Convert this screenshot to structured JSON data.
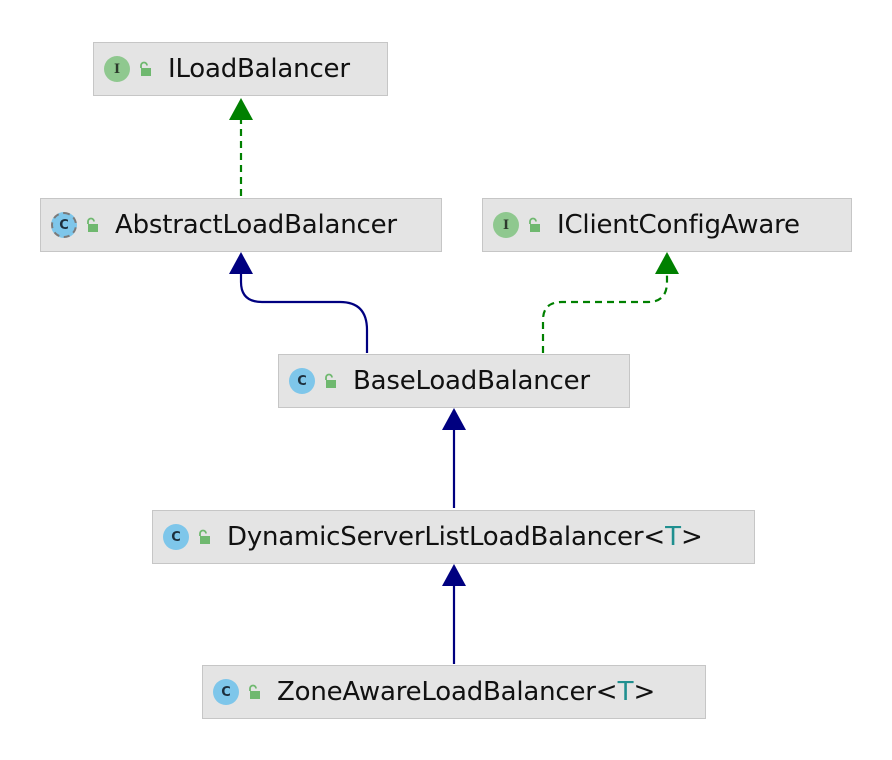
{
  "diagram": {
    "nodes": [
      {
        "id": "iloadbalancer",
        "kind": "interface",
        "kind_letter": "I",
        "name": "ILoadBalancer",
        "type_param": ""
      },
      {
        "id": "abstractloadbalancer",
        "kind": "abstract",
        "kind_letter": "C",
        "name": "AbstractLoadBalancer",
        "type_param": ""
      },
      {
        "id": "iclientconfigaware",
        "kind": "interface",
        "kind_letter": "I",
        "name": "IClientConfigAware",
        "type_param": ""
      },
      {
        "id": "baseloadbalancer",
        "kind": "class",
        "kind_letter": "C",
        "name": "BaseLoadBalancer",
        "type_param": ""
      },
      {
        "id": "dynamicserverlistloadbalancer",
        "kind": "class",
        "kind_letter": "C",
        "name": "DynamicServerListLoadBalancer",
        "type_param": "T"
      },
      {
        "id": "zoneawareloadbalancer",
        "kind": "class",
        "kind_letter": "C",
        "name": "ZoneAwareLoadBalancer",
        "type_param": "T"
      }
    ],
    "edges": [
      {
        "from": "abstractloadbalancer",
        "to": "iloadbalancer",
        "relation": "implements"
      },
      {
        "from": "baseloadbalancer",
        "to": "abstractloadbalancer",
        "relation": "extends"
      },
      {
        "from": "baseloadbalancer",
        "to": "iclientconfigaware",
        "relation": "implements"
      },
      {
        "from": "dynamicserverlistloadbalancer",
        "to": "baseloadbalancer",
        "relation": "extends"
      },
      {
        "from": "zoneawareloadbalancer",
        "to": "dynamicserverlistloadbalancer",
        "relation": "extends"
      }
    ],
    "colors": {
      "implements": "#008000",
      "extends": "#000080",
      "interface_icon": "#8fc88f",
      "class_icon": "#7ec6ea",
      "lock": "#6fb86f",
      "type_param": "#1f8f8f"
    },
    "icons": {
      "access": "unlocked-padlock-icon"
    }
  }
}
